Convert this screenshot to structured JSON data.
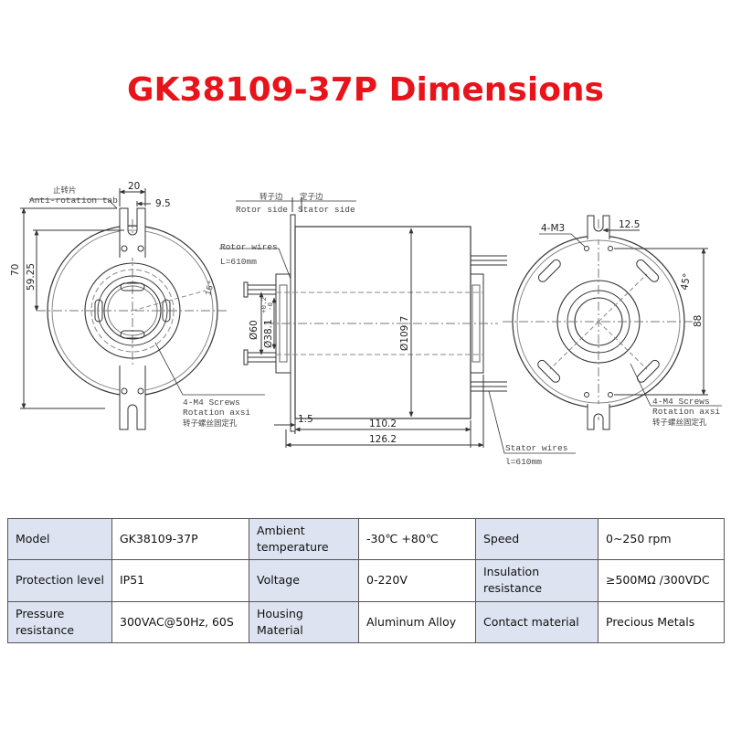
{
  "title": "GK38109-37P Dimensions",
  "colors": {
    "title": "#e8141b",
    "line": "#333333",
    "header_cell": "#dde3f0"
  },
  "drawing": {
    "left_view": {
      "dim_20": "20",
      "dim_9_5": "9.5",
      "dim_70": "70",
      "dim_59_25": "59.25",
      "angle_15": "15°",
      "tab_label_cn": "止转片",
      "tab_label_en": "Anti-rotation tab",
      "screws_en_1": "4-M4 Screws",
      "screws_en_2": "Rotation axsi",
      "screws_cn": "转子螺丝固定孔"
    },
    "side_view": {
      "rotor_side_cn": "转子边",
      "stator_side_cn": "定子边",
      "rotor_side_en": "Rotor side",
      "stator_side_en": "Stator side",
      "rotor_wires_1": "Rotor wires",
      "rotor_wires_2": "L=610mm",
      "dim_60": "Ø60",
      "dim_38_1": "Ø38.1",
      "tol_plus": "+0.2",
      "tol_minus": "-0",
      "dim_109_7": "Ø109.7",
      "dim_1_5": "1.5",
      "dim_110_2": "110.2",
      "dim_126_2": "126.2",
      "stator_wires_1": "Stator wires",
      "stator_wires_2": "l=610mm"
    },
    "right_view": {
      "m3_label": "4-M3",
      "dim_12_5": "12.5",
      "angle_45": "45°",
      "dim_88": "88",
      "screws_en_1": "4-M4 Screws",
      "screws_en_2": "Rotation axsi",
      "screws_cn": "转子螺丝固定孔"
    }
  },
  "specs": {
    "rows": [
      [
        {
          "key": "Model",
          "value": "GK38109-37P"
        },
        {
          "key": "Ambient temperature",
          "value": "-30℃ +80℃"
        },
        {
          "key": "Speed",
          "value": "0~250 rpm"
        }
      ],
      [
        {
          "key": "Protection level",
          "value": "IP51"
        },
        {
          "key": "Voltage",
          "value": "0-220V"
        },
        {
          "key": "Insulation resistance",
          "value": "≥500MΩ /300VDC"
        }
      ],
      [
        {
          "key": "Pressure resistance",
          "value": "300VAC@50Hz, 60S"
        },
        {
          "key": "Housing Material",
          "value": "Aluminum Alloy"
        },
        {
          "key": "Contact material",
          "value": "Precious Metals"
        }
      ]
    ]
  }
}
